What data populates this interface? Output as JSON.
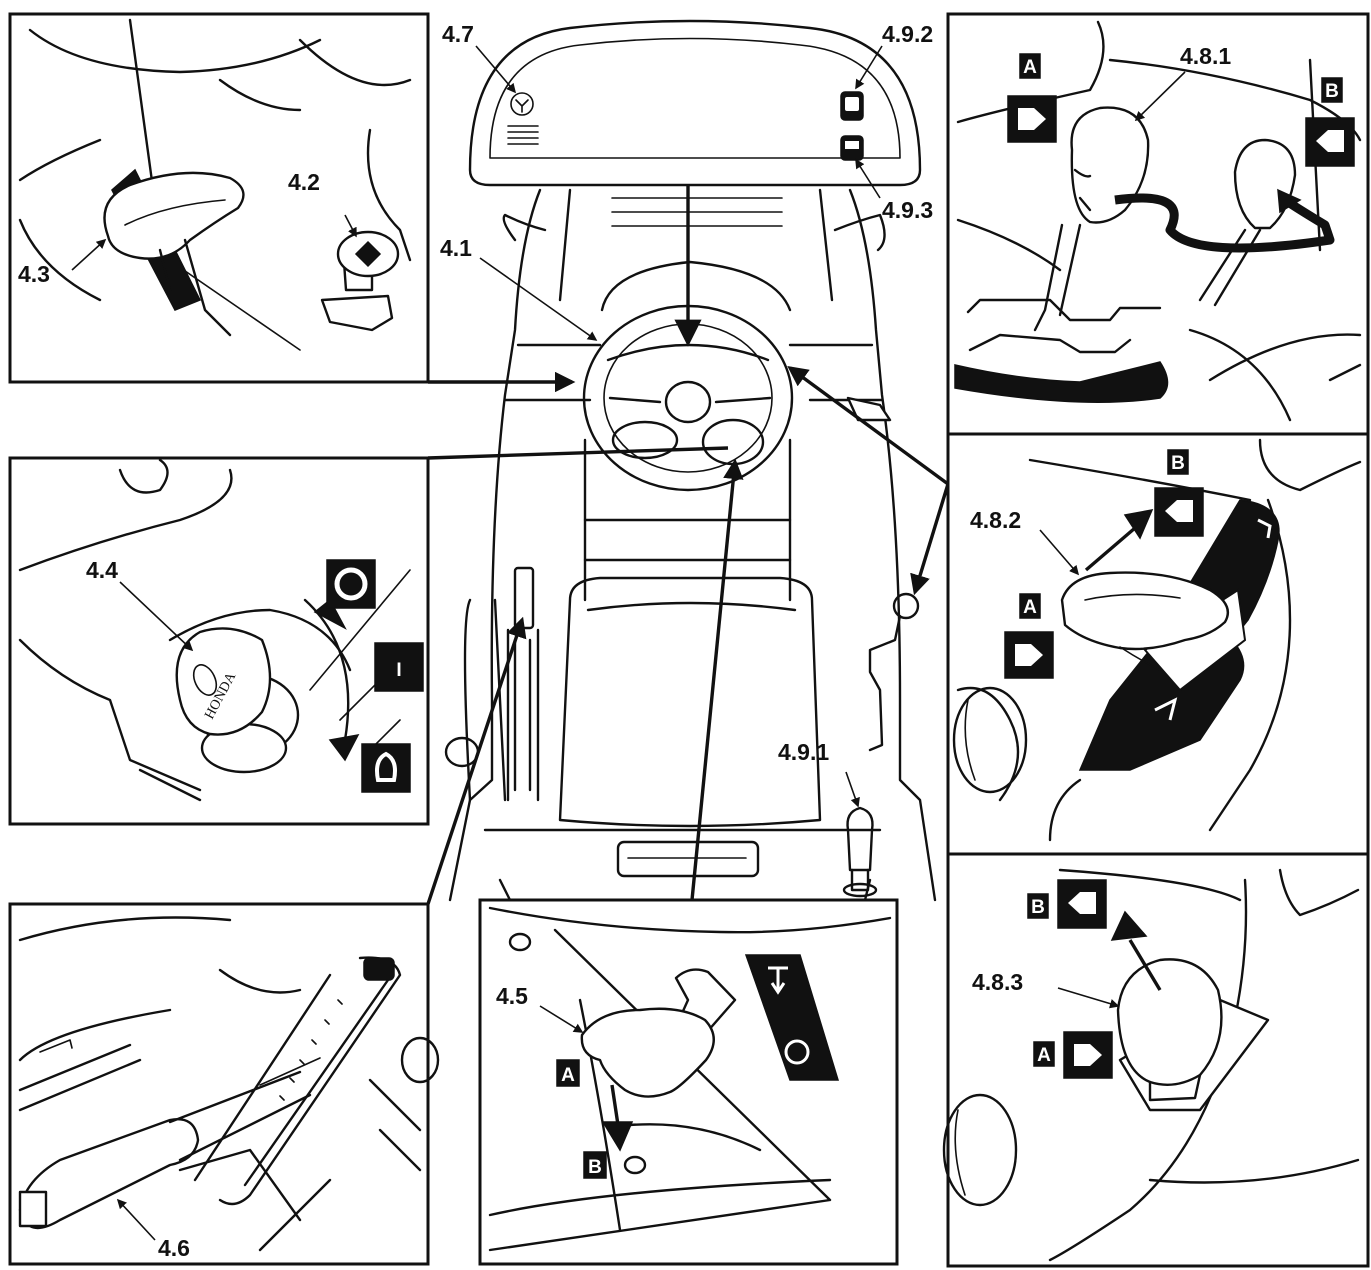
{
  "labels": {
    "l_4_1": "4.1",
    "l_4_2": "4.2",
    "l_4_3": "4.3",
    "l_4_4": "4.4",
    "l_4_5": "4.5",
    "l_4_6": "4.6",
    "l_4_7": "4.7",
    "l_4_8_1": "4.8.1",
    "l_4_8_2": "4.8.2",
    "l_4_8_3": "4.8.3",
    "l_4_9_1": "4.9.1",
    "l_4_9_2": "4.9.2",
    "l_4_9_3": "4.9.3"
  },
  "markers": {
    "a": "A",
    "b": "B",
    "off_symbol": "O",
    "on_symbol": "I"
  },
  "key_brand": "HONDA"
}
